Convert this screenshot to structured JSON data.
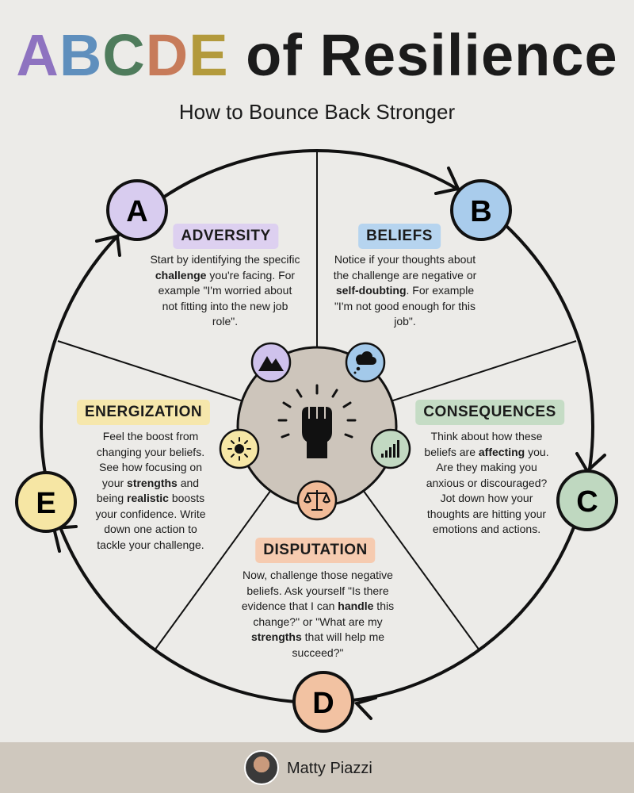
{
  "header": {
    "title_letters": [
      {
        "char": "A",
        "color": "#8e73c0"
      },
      {
        "char": "B",
        "color": "#5f8fbd"
      },
      {
        "char": "C",
        "color": "#4f7c5c"
      },
      {
        "char": "D",
        "color": "#c77b5a"
      },
      {
        "char": "E",
        "color": "#b39a3c"
      }
    ],
    "title_rest": "of Resilience",
    "subtitle": "How to Bounce Back Stronger"
  },
  "nodes": {
    "A": {
      "letter": "A",
      "fill": "#d8ccef"
    },
    "B": {
      "letter": "B",
      "fill": "#a9ccec"
    },
    "C": {
      "letter": "C",
      "fill": "#bfd8c0"
    },
    "D": {
      "letter": "D",
      "fill": "#f2c2a2"
    },
    "E": {
      "letter": "E",
      "fill": "#f6e6a4"
    }
  },
  "sections": {
    "adversity": {
      "label": "ADVERSITY",
      "label_bg": "#ddd0f0",
      "parts": [
        "Start by identifying the specific ",
        "challenge",
        " you're facing. For example \"I'm worried about not fitting into the new job role\"."
      ]
    },
    "beliefs": {
      "label": "BELIEFS",
      "label_bg": "#b6d4ef",
      "parts": [
        "Notice if your thoughts about the challenge are negative or ",
        "self-doubting",
        ". For example \"I'm not good enough for this job\"."
      ]
    },
    "consequences": {
      "label": "CONSEQUENCES",
      "label_bg": "#c5dcc5",
      "parts": [
        "Think about how these beliefs are ",
        "affecting",
        " you. Are they making you anxious or discouraged? Jot down how your thoughts are hitting your emotions and actions."
      ]
    },
    "disputation": {
      "label": "DISPUTATION",
      "label_bg": "#f6cbb0",
      "parts": [
        "Now, challenge those negative beliefs. Ask yourself \"Is there evidence that I can ",
        "handle",
        " this change?\" or \"What are my ",
        "strengths",
        " that will help me succeed?\""
      ]
    },
    "energization": {
      "label": "ENERGIZATION",
      "label_bg": "#f6e7ac",
      "parts": [
        "Feel the boost from changing your beliefs. See how focusing on your ",
        "strengths",
        " and being ",
        "realistic",
        " boosts your confidence. Write down one action to tackle your challenge."
      ]
    }
  },
  "icons": {
    "adversity": "mountain-icon",
    "beliefs": "thought-cloud-icon",
    "consequences": "growth-bars-icon",
    "disputation": "scales-icon",
    "energization": "sun-icon",
    "center": "raised-fist-icon"
  },
  "footer": {
    "author": "Matty Piazzi"
  }
}
